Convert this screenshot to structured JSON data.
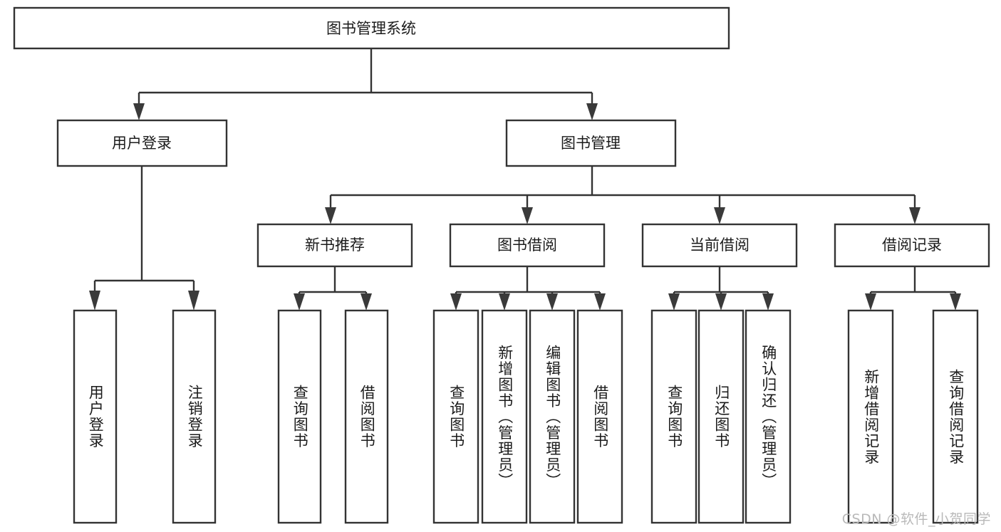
{
  "diagram": {
    "title": "图书管理系统",
    "type": "tree-hierarchy",
    "watermark": "CSDN @软件_小贺同学",
    "colors": {
      "stroke": "#333333",
      "fill": "#ffffff",
      "text": "#1b1b1b",
      "watermark": "#b9b9b9"
    },
    "root": {
      "label": "图书管理系统"
    },
    "level2": [
      {
        "label": "用户登录"
      },
      {
        "label": "图书管理"
      }
    ],
    "level3": [
      {
        "label": "新书推荐"
      },
      {
        "label": "图书借阅"
      },
      {
        "label": "当前借阅"
      },
      {
        "label": "借阅记录"
      }
    ],
    "leaves": {
      "user_login": [
        {
          "label": "用户登录"
        },
        {
          "label": "注销登录"
        }
      ],
      "new_book_recommend": [
        {
          "label": "查询图书"
        },
        {
          "label": "借阅图书"
        }
      ],
      "book_borrow": [
        {
          "label": "查询图书"
        },
        {
          "label": "新增图书（管理员）"
        },
        {
          "label": "编辑图书（管理员）"
        },
        {
          "label": "借阅图书"
        }
      ],
      "current_borrow": [
        {
          "label": "查询图书"
        },
        {
          "label": "归还图书"
        },
        {
          "label": "确认归还（管理员）"
        }
      ],
      "borrow_record": [
        {
          "label": "新增借阅记录"
        },
        {
          "label": "查询借阅记录"
        }
      ]
    }
  }
}
